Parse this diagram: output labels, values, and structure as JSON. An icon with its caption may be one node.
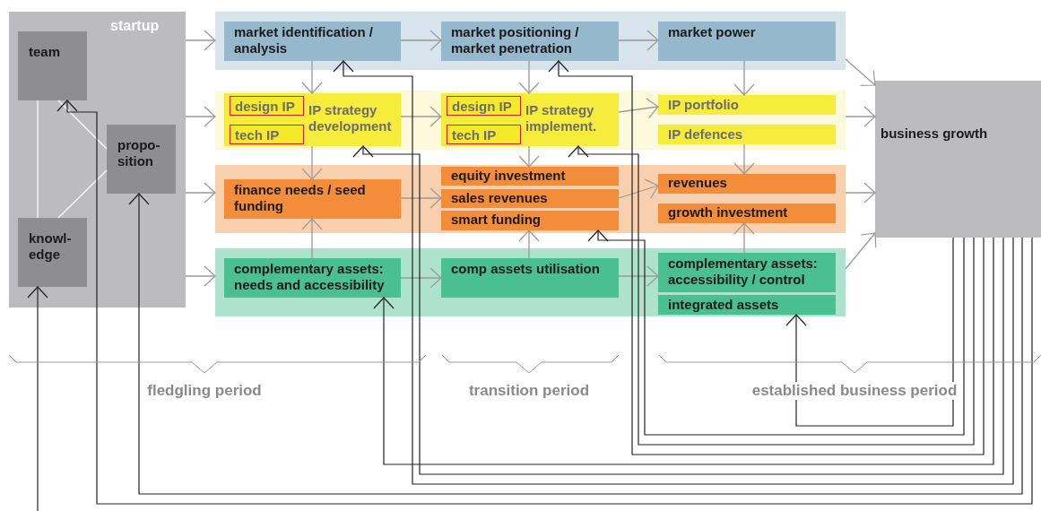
{
  "diagram": {
    "nodes": [
      {
        "text": [
          "startup"
        ]
      },
      {
        "text": [
          "team"
        ],
        "in": 0
      },
      {
        "text": [
          "propo- sition"
        ],
        "in": 0
      },
      {
        "text": [
          "knowl- edge"
        ],
        "in": 0
      },
      {
        "text": [],
        "shape": "box"
      },
      {
        "text": [
          "market identification / analysis"
        ],
        "in": 4
      },
      {
        "text": [
          "market positioning / market penetration"
        ],
        "in": 4
      },
      {
        "text": [
          "market power"
        ],
        "in": 4
      },
      {
        "text": [],
        "shape": "box"
      },
      {
        "text": [
          "IP strategy development"
        ],
        "in": 8
      },
      {
        "text": [
          "design IP"
        ],
        "in": 9
      },
      {
        "text": [
          "tech IP"
        ],
        "in": 9
      },
      {
        "text": [
          "IP strategy implement."
        ],
        "in": 8
      },
      {
        "text": [
          "design IP"
        ],
        "in": 12
      },
      {
        "text": [
          "tech IP"
        ],
        "in": 12
      },
      {
        "text": [
          "IP portfolio"
        ],
        "in": 8
      },
      {
        "text": [
          "IP defences"
        ],
        "in": 8
      },
      {
        "text": [],
        "shape": "box"
      },
      {
        "text": [
          "finance needs / seed funding"
        ],
        "in": 17
      },
      {
        "text": [
          "equity investment"
        ],
        "in": 17
      },
      {
        "text": [
          "sales revenues"
        ],
        "in": 17
      },
      {
        "text": [
          "smart funding"
        ],
        "in": 17
      },
      {
        "text": [
          "revenues"
        ],
        "in": 17
      },
      {
        "text": [
          "growth investment"
        ],
        "in": 17
      },
      {
        "text": [],
        "shape": "box"
      },
      {
        "text": [
          "complementary assets: needs and accessibility"
        ],
        "in": 24
      },
      {
        "text": [
          "comp assets utilisation"
        ],
        "in": 24
      },
      {
        "text": [
          "complementary assets: accessibility / control"
        ],
        "in": 24
      },
      {
        "text": [
          "integrated assets"
        ],
        "in": 24
      },
      {
        "text": [
          "business growth"
        ]
      }
    ],
    "edges": [
      {
        "from": 1,
        "to": 3,
        "arrow": "none",
        "color": "#ffffff"
      },
      {
        "from": 1,
        "to": 2,
        "arrow": "none",
        "color": "#ffffff"
      },
      {
        "from": 3,
        "to": 2,
        "arrow": "none",
        "color": "#ffffff"
      },
      {
        "from": 0,
        "to": 4,
        "arrow": "to"
      },
      {
        "from": 0,
        "to": 8,
        "arrow": "to"
      },
      {
        "from": 0,
        "to": 17,
        "arrow": "to"
      },
      {
        "from": 0,
        "to": 24,
        "arrow": "to"
      },
      {
        "from": 5,
        "to": 6,
        "arrow": "to"
      },
      {
        "from": 6,
        "to": 7,
        "arrow": "to"
      },
      {
        "from": 9,
        "to": 12,
        "arrow": "to"
      },
      {
        "from": 12,
        "to": 15,
        "arrow": "to"
      },
      {
        "from": 18,
        "to": 20,
        "arrow": "to"
      },
      {
        "from": 20,
        "to": 22,
        "arrow": "to"
      },
      {
        "from": 25,
        "to": 26,
        "arrow": "to"
      },
      {
        "from": 26,
        "to": 27,
        "arrow": "to"
      },
      {
        "from": 5,
        "to": 9,
        "arrow": "to"
      },
      {
        "from": 6,
        "to": 12,
        "arrow": "to"
      },
      {
        "from": 7,
        "to": 15,
        "arrow": "to"
      },
      {
        "from": 9,
        "to": 18,
        "arrow": "to"
      },
      {
        "from": 12,
        "to": 19,
        "arrow": "to"
      },
      {
        "from": 16,
        "to": 22,
        "arrow": "to"
      },
      {
        "from": 25,
        "to": 18,
        "arrow": "to"
      },
      {
        "from": 26,
        "to": 21,
        "arrow": "to"
      },
      {
        "from": 27,
        "to": 23,
        "arrow": "to"
      },
      {
        "from": 4,
        "to": 29,
        "arrow": "to"
      },
      {
        "from": 8,
        "to": 29,
        "arrow": "to"
      },
      {
        "from": 17,
        "to": 29,
        "arrow": "to"
      },
      {
        "from": 24,
        "to": 29,
        "arrow": "to"
      },
      {
        "from": 29,
        "to": 28,
        "arrow": "to",
        "color": "#222222"
      },
      {
        "from": 29,
        "to": 21,
        "arrow": "to",
        "color": "#222222"
      },
      {
        "from": 29,
        "to": 12,
        "arrow": "to",
        "color": "#222222"
      },
      {
        "from": 29,
        "to": 6,
        "arrow": "to",
        "color": "#222222"
      },
      {
        "from": 29,
        "to": 25,
        "arrow": "to",
        "color": "#222222"
      },
      {
        "from": 29,
        "to": 9,
        "arrow": "to",
        "color": "#222222"
      },
      {
        "from": 29,
        "to": 5,
        "arrow": "to",
        "color": "#222222"
      },
      {
        "from": 29,
        "to": 2,
        "arrow": "to",
        "color": "#222222"
      },
      {
        "from": 29,
        "to": 1,
        "arrow": "to",
        "color": "#222222"
      },
      {
        "from": null,
        "to": 3,
        "arrow": "to",
        "color": "#222222"
      }
    ],
    "labels": [
      "fledgling period",
      "transition period",
      "established business period"
    ]
  }
}
